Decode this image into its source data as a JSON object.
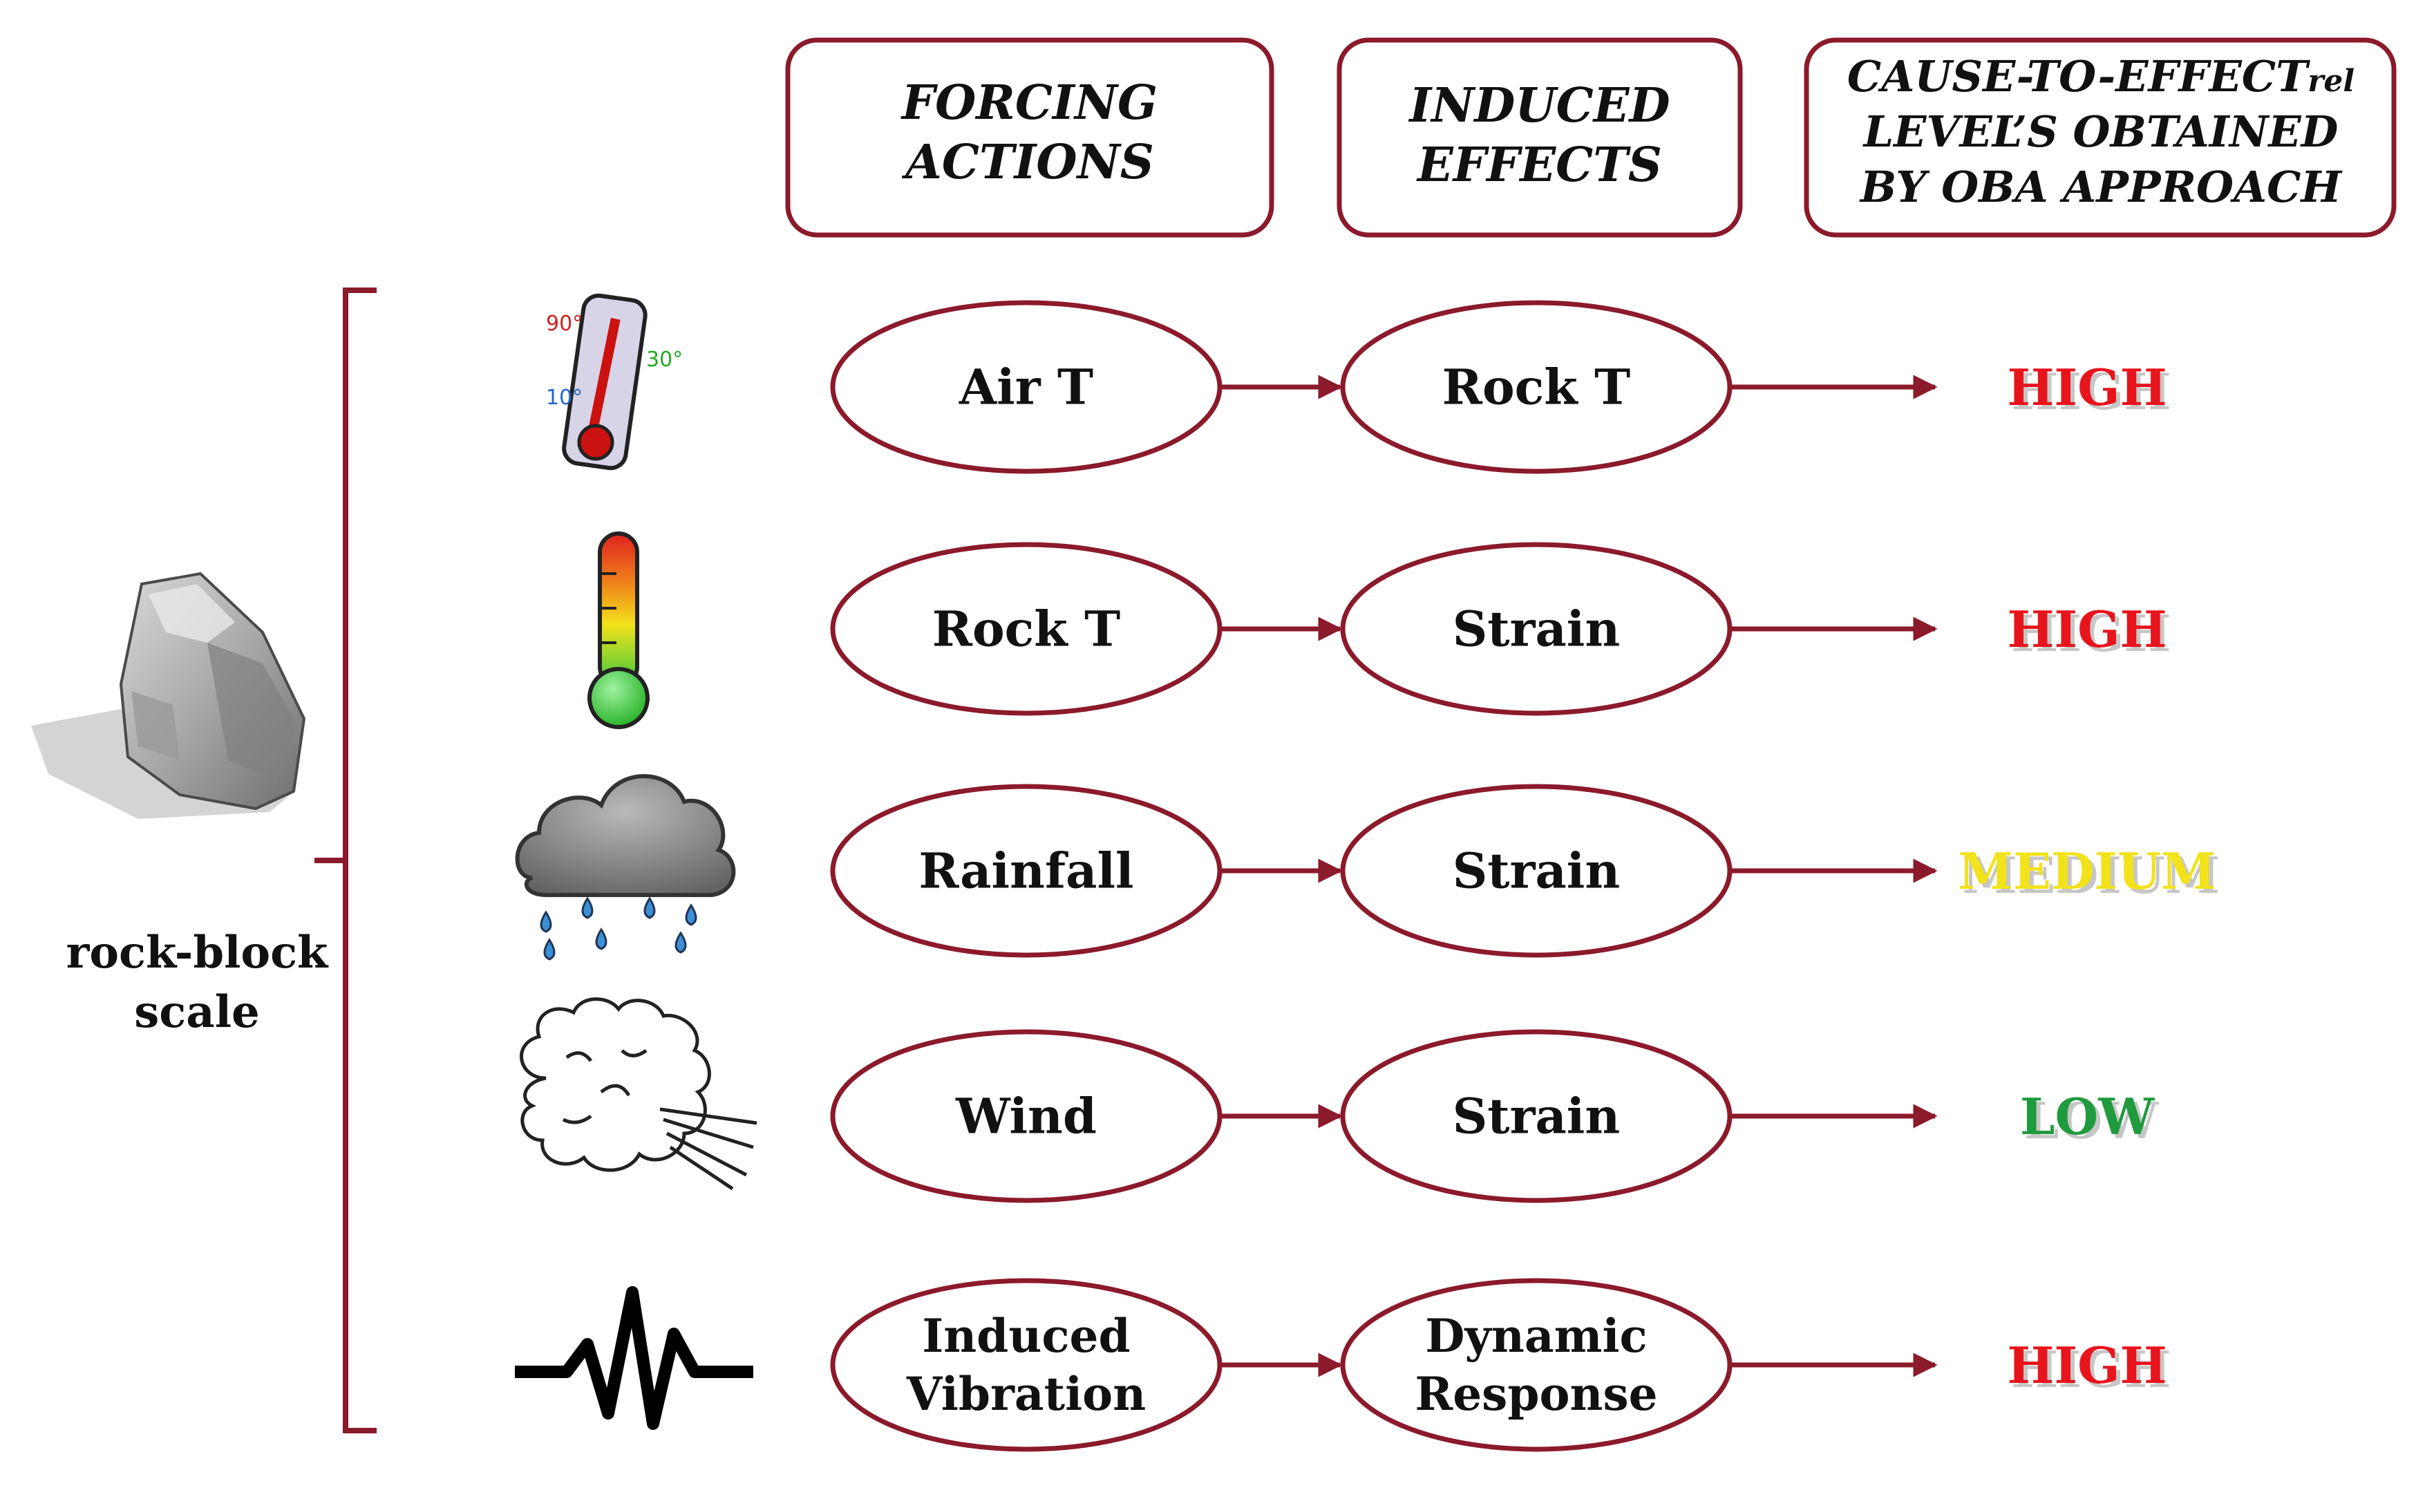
{
  "headers": {
    "forcing": [
      "FORCING",
      "ACTIONS"
    ],
    "induced": [
      "INDUCED",
      "EFFECTS"
    ],
    "cause_line1": "CAUSE-TO-EFFECT",
    "cause_sub": "rel",
    "cause_line2": "LEVEL’S OBTAINED",
    "cause_line3": "BY OBA APPROACH"
  },
  "scale_label": [
    "rock-block",
    "scale"
  ],
  "rows": [
    {
      "icon": "thermometer-cartoon-icon",
      "thermo_marks": [
        "90°",
        "30°",
        "10°"
      ],
      "cause": [
        "Air T"
      ],
      "effect": [
        "Rock T"
      ],
      "level": "HIGH",
      "level_color": "#e8141c"
    },
    {
      "icon": "thermometer-gradient-icon",
      "cause": [
        "Rock T"
      ],
      "effect": [
        "Strain"
      ],
      "level": "HIGH",
      "level_color": "#e8141c"
    },
    {
      "icon": "rain-cloud-icon",
      "cause": [
        "Rainfall"
      ],
      "effect": [
        "Strain"
      ],
      "level": "MEDIUM",
      "level_color": "#f2e21a"
    },
    {
      "icon": "wind-cloud-icon",
      "cause": [
        "Wind"
      ],
      "effect": [
        "Strain"
      ],
      "level": "LOW",
      "level_color": "#1f9a3c"
    },
    {
      "icon": "vibration-waveform-icon",
      "cause": [
        "Induced",
        "Vibration"
      ],
      "effect": [
        "Dynamic",
        "Response"
      ],
      "level": "HIGH",
      "level_color": "#e8141c"
    }
  ],
  "colors": {
    "accent": "#8b1a2b"
  }
}
